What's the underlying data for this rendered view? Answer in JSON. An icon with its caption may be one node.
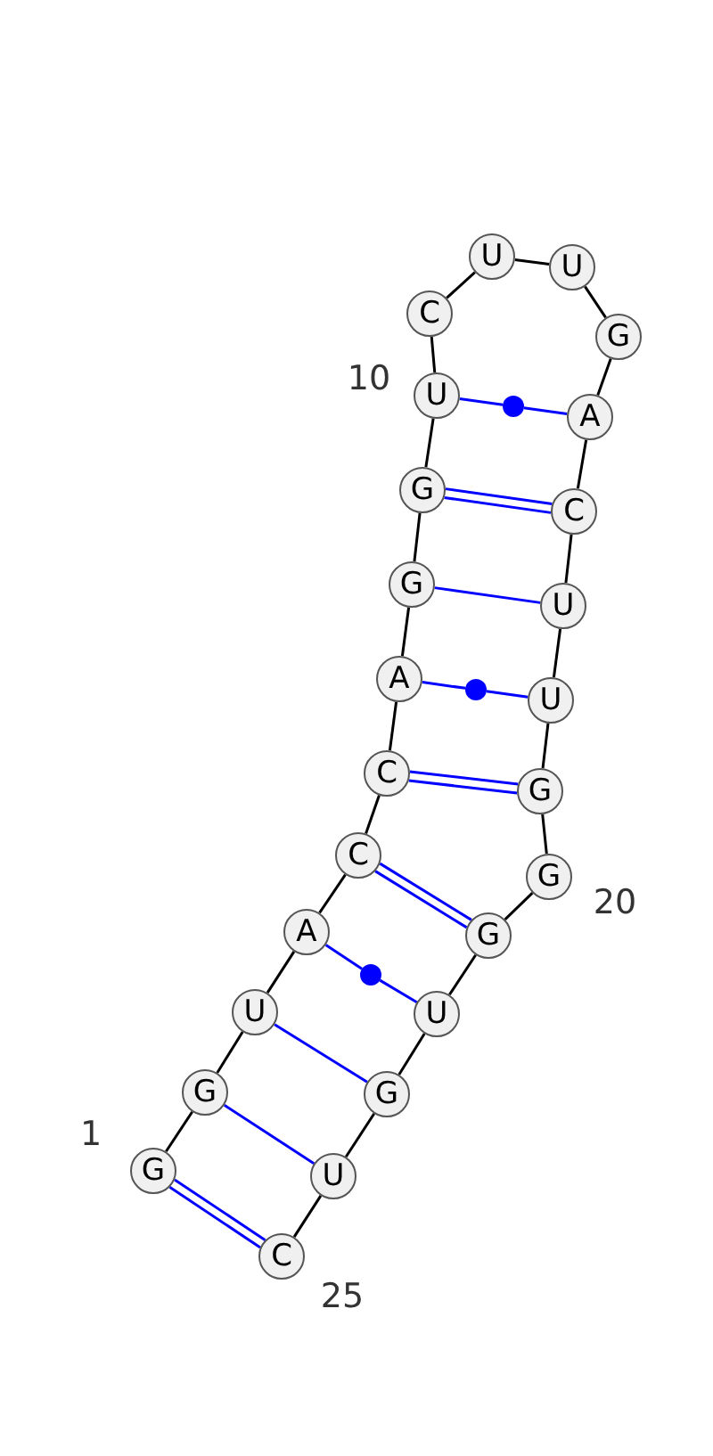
{
  "diagram": {
    "nodes": [
      {
        "text": [
          "G"
        ],
        "beside": [
          "1"
        ]
      },
      {
        "text": [
          "G"
        ]
      },
      {
        "text": [
          "U"
        ]
      },
      {
        "text": [
          "A"
        ]
      },
      {
        "text": [
          "C"
        ]
      },
      {
        "text": [
          "C"
        ]
      },
      {
        "text": [
          "A"
        ]
      },
      {
        "text": [
          "G"
        ]
      },
      {
        "text": [
          "G"
        ]
      },
      {
        "text": [
          "U"
        ],
        "beside": [
          "10"
        ]
      },
      {
        "text": [
          "C"
        ]
      },
      {
        "text": [
          "U"
        ]
      },
      {
        "text": [
          "U"
        ]
      },
      {
        "text": [
          "G"
        ]
      },
      {
        "text": [
          "A"
        ]
      },
      {
        "text": [
          "C"
        ]
      },
      {
        "text": [
          "U"
        ]
      },
      {
        "text": [
          "U"
        ]
      },
      {
        "text": [
          "G"
        ]
      },
      {
        "text": [
          "G"
        ],
        "beside": [
          "20"
        ]
      },
      {
        "text": [
          "G"
        ]
      },
      {
        "text": [
          "U"
        ]
      },
      {
        "text": [
          "G"
        ]
      },
      {
        "text": [
          "U"
        ]
      },
      {
        "text": [
          "C"
        ],
        "beside": [
          "25"
        ]
      },
      {
        "text": [],
        "shape": "circle"
      },
      {
        "text": [],
        "shape": "circle"
      },
      {
        "text": [],
        "shape": "circle"
      }
    ],
    "edges": [
      {
        "from": 0,
        "to": 1,
        "arrow": "none"
      },
      {
        "from": 1,
        "to": 2,
        "arrow": "none"
      },
      {
        "from": 2,
        "to": 3,
        "arrow": "none"
      },
      {
        "from": 3,
        "to": 4,
        "arrow": "none"
      },
      {
        "from": 4,
        "to": 5,
        "arrow": "none"
      },
      {
        "from": 5,
        "to": 6,
        "arrow": "none"
      },
      {
        "from": 6,
        "to": 7,
        "arrow": "none"
      },
      {
        "from": 7,
        "to": 8,
        "arrow": "none"
      },
      {
        "from": 8,
        "to": 9,
        "arrow": "none"
      },
      {
        "from": 9,
        "to": 10,
        "arrow": "none"
      },
      {
        "from": 10,
        "to": 11,
        "arrow": "none"
      },
      {
        "from": 11,
        "to": 12,
        "arrow": "none"
      },
      {
        "from": 12,
        "to": 13,
        "arrow": "none"
      },
      {
        "from": 13,
        "to": 14,
        "arrow": "none"
      },
      {
        "from": 14,
        "to": 15,
        "arrow": "none"
      },
      {
        "from": 15,
        "to": 16,
        "arrow": "none"
      },
      {
        "from": 16,
        "to": 17,
        "arrow": "none"
      },
      {
        "from": 17,
        "to": 18,
        "arrow": "none"
      },
      {
        "from": 18,
        "to": 19,
        "arrow": "none"
      },
      {
        "from": 19,
        "to": 20,
        "arrow": "none"
      },
      {
        "from": 20,
        "to": 21,
        "arrow": "none"
      },
      {
        "from": 21,
        "to": 22,
        "arrow": "none"
      },
      {
        "from": 22,
        "to": 23,
        "arrow": "none"
      },
      {
        "from": 23,
        "to": 24,
        "arrow": "none"
      },
      {
        "from": 0,
        "to": 24,
        "arrow": "none",
        "color": "#0000ff"
      },
      {
        "from": 0,
        "to": 24,
        "arrow": "none",
        "color": "#0000ff"
      },
      {
        "from": 1,
        "to": 23,
        "arrow": "none",
        "color": "#0000ff"
      },
      {
        "from": 2,
        "to": 22,
        "arrow": "none",
        "color": "#0000ff"
      },
      {
        "from": 3,
        "to": 27,
        "arrow": "none",
        "color": "#0000ff"
      },
      {
        "from": 27,
        "to": 21,
        "arrow": "none",
        "color": "#0000ff"
      },
      {
        "from": 4,
        "to": 20,
        "arrow": "none",
        "color": "#0000ff"
      },
      {
        "from": 4,
        "to": 20,
        "arrow": "none",
        "color": "#0000ff"
      },
      {
        "from": 5,
        "to": 18,
        "arrow": "none",
        "color": "#0000ff"
      },
      {
        "from": 5,
        "to": 18,
        "arrow": "none",
        "color": "#0000ff"
      },
      {
        "from": 6,
        "to": 26,
        "arrow": "none",
        "color": "#0000ff"
      },
      {
        "from": 26,
        "to": 17,
        "arrow": "none",
        "color": "#0000ff"
      },
      {
        "from": 7,
        "to": 16,
        "arrow": "none",
        "color": "#0000ff"
      },
      {
        "from": 8,
        "to": 15,
        "arrow": "none",
        "color": "#0000ff"
      },
      {
        "from": 8,
        "to": 15,
        "arrow": "none",
        "color": "#0000ff"
      },
      {
        "from": 9,
        "to": 25,
        "arrow": "none",
        "color": "#0000ff"
      },
      {
        "from": 25,
        "to": 14,
        "arrow": "none",
        "color": "#0000ff"
      }
    ]
  }
}
